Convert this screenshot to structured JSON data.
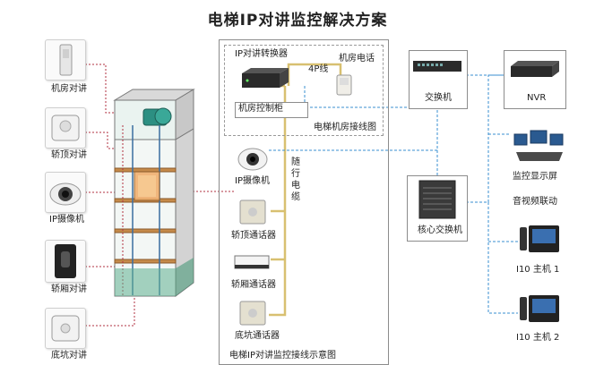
{
  "title": "电梯IP对讲监控解决方案",
  "left_devices": {
    "machine_room_intercom": "机房对讲",
    "car_top_intercom": "轿顶对讲",
    "ip_camera": "IP摄像机",
    "car_intercom": "轿厢对讲",
    "pit_intercom": "底坑对讲"
  },
  "center": {
    "ip_converter": "IP对讲转换器",
    "machine_room_phone": "机房电话",
    "four_p_line": "4P线",
    "machine_room_cabinet": "机房控制柜",
    "machine_room_wiring": "电梯机房接线图",
    "ip_camera": "IP摄像机",
    "traveling_cable": "随行电缆",
    "car_top_talker": "轿顶通话器",
    "car_talker": "轿厢通话器",
    "pit_talker": "底坑通话器",
    "wiring_caption": "电梯IP对讲监控接线示意图"
  },
  "right": {
    "switch": "交换机",
    "core_switch": "核心交换机",
    "nvr": "NVR",
    "monitor_screen": "监控显示屏",
    "av_linkage": "音视频联动",
    "host1": "I10 主机 1",
    "host2": "I10 主机 2"
  },
  "colors": {
    "cable_yellow": "#d8c070",
    "link_blue": "#3a8fd0",
    "link_red": "#b03040",
    "shaft_green": "#5fb090"
  }
}
